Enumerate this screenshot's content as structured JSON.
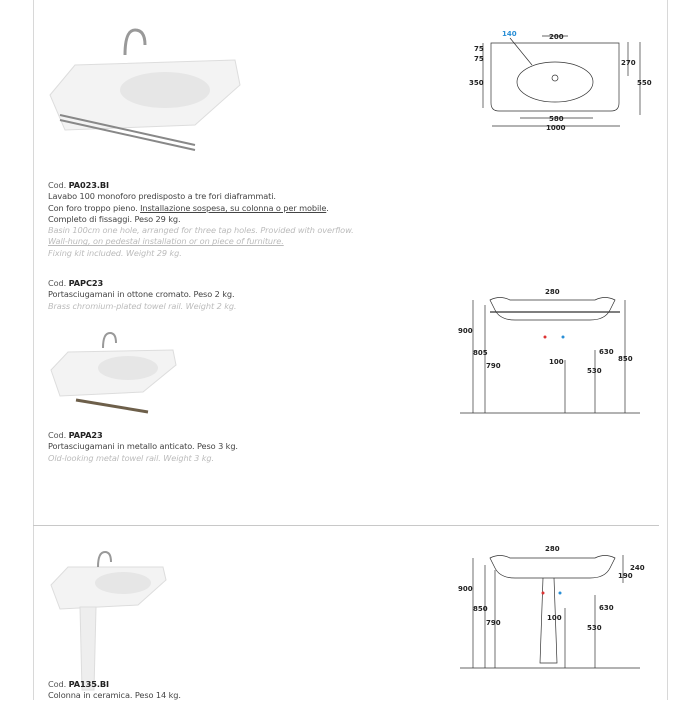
{
  "products": [
    {
      "cod_label": "Cod.",
      "code": "PA023.BI",
      "it": [
        "Lavabo 100 monoforo predisposto a tre fori diaframmati."
      ],
      "it2_pre": "Con foro troppo pieno. ",
      "it2_link": "Installazione sospesa, su colonna o per mobile",
      "it2_post": ".",
      "it3": "Completo di fissaggi. Peso 29 kg.",
      "en1": "Basin 100cm one hole, arranged for three tap holes. Provided with overflow.",
      "en2": "Wall-hung, on pedestal installation or on piece of furniture.",
      "en3": "Fixing kit included. Weight 29 kg."
    },
    {
      "cod_label": "Cod.",
      "code": "PAPC23",
      "it": "Portasciugamani in ottone cromato. Peso 2 kg.",
      "en": "Brass chromium-plated towel rail. Weight 2 kg."
    },
    {
      "cod_label": "Cod.",
      "code": "PAPA23",
      "it": "Portasciugamani in metallo anticato. Peso 3 kg.",
      "en": "Old-looking metal towel rail. Weight 3 kg."
    },
    {
      "cod_label": "Cod.",
      "code": "PA135.BI",
      "it": "Colonna in ceramica. Peso 14 kg."
    }
  ],
  "drawing1": {
    "d140": "140",
    "d200": "200",
    "d75a": "75",
    "d75b": "75",
    "d350": "350",
    "d270": "270",
    "d550": "550",
    "d580": "580",
    "d1000": "1000"
  },
  "drawing2": {
    "d280": "280",
    "d900": "900",
    "d805": "805",
    "d790": "790",
    "d100": "100",
    "d630": "630",
    "d530": "530",
    "d850": "850"
  },
  "drawing3": {
    "d280": "280",
    "d240": "240",
    "d190": "190",
    "d900": "900",
    "d850": "850",
    "d790": "790",
    "d100": "100",
    "d630": "630",
    "d530": "530"
  }
}
